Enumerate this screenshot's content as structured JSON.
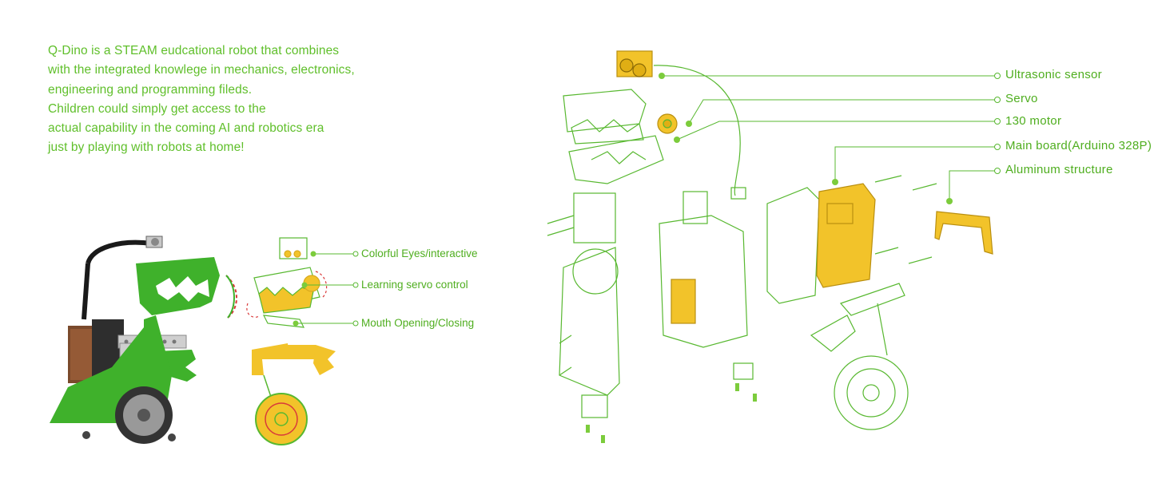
{
  "intro": {
    "lines": [
      "Q-Dino is a STEAM eudcational robot that combines",
      "with the integrated knowlege in mechanics, electronics,",
      "engineering and programming fileds.",
      "Children could simply get access to the",
      "actual capability in the coming AI and robotics era",
      "just by playing with robots at home!"
    ]
  },
  "left_callouts": [
    "Colorful Eyes/interactive",
    "Learning servo control",
    "Mouth Opening/Closing"
  ],
  "right_callouts": [
    "Ultrasonic sensor",
    "Servo",
    "130 motor",
    "Main board(Arduino 328P)",
    "Aluminum structure"
  ],
  "colors": {
    "text_green": "#5fbf2a",
    "line_green": "#58b830",
    "robot_green": "#3fb12b",
    "highlight_yellow": "#f2c32a",
    "marker_green": "#7ccc3c"
  }
}
